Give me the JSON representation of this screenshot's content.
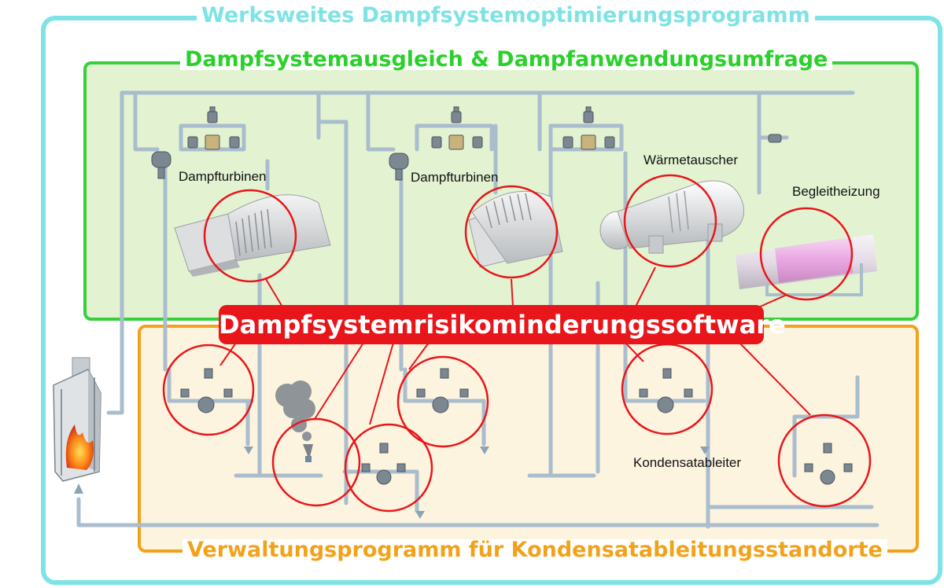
{
  "titles": {
    "outer": "Werksweites Dampfsystemoptimierungsprogramm",
    "survey": "Dampfsystemausgleich & Dampfanwendungsumfrage",
    "trap_program": "Verwaltungsprogramm für Kondensatableitungsstandorte"
  },
  "banner": "Dampfsystemrisikominderungssoftware",
  "labels": {
    "turbine_1": "Dampfturbinen",
    "turbine_2": "Dampfturbinen",
    "heat_exchanger": "Wärmetauscher",
    "steam_tracing": "Begleitheizung",
    "steam_traps": "Kondensatableiter"
  },
  "colors": {
    "outer_frame": "#7fe3e6",
    "survey_frame": "#35d03a",
    "survey_fill": "#e3f3d2",
    "trap_frame": "#f2a21a",
    "trap_fill": "#fdf4df",
    "highlight_red": "#e8161b",
    "pipe": "#a9bdcc"
  }
}
